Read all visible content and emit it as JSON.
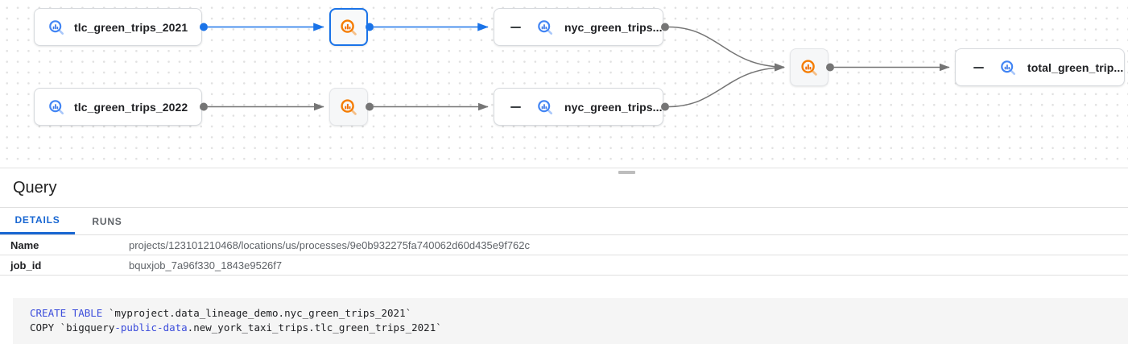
{
  "colors": {
    "accent_blue": "#1a73e8",
    "table_icon_blue": "#4285f4",
    "process_icon_orange": "#f57c00",
    "edge_gray": "#757575",
    "sql_keyword_blue": "#3c4ddb",
    "tab_active_blue": "#1967d2"
  },
  "graph": {
    "nodes": [
      {
        "id": "tlc_green_trips_2021",
        "label": "tlc_green_trips_2021",
        "type": "table"
      },
      {
        "id": "process_1",
        "label": "",
        "type": "process",
        "selected": true
      },
      {
        "id": "nyc_green_trips_2021",
        "label": "nyc_green_trips...",
        "type": "table-expanded"
      },
      {
        "id": "tlc_green_trips_2022",
        "label": "tlc_green_trips_2022",
        "type": "table"
      },
      {
        "id": "process_2",
        "label": "",
        "type": "process",
        "selected": false
      },
      {
        "id": "nyc_green_trips_2022",
        "label": "nyc_green_trips...",
        "type": "table-expanded"
      },
      {
        "id": "process_merge",
        "label": "",
        "type": "process",
        "selected": false
      },
      {
        "id": "total_green_trips",
        "label": "total_green_trip...",
        "type": "table-expanded"
      }
    ],
    "edges": [
      {
        "from": "tlc_green_trips_2021",
        "to": "process_1",
        "highlighted": true
      },
      {
        "from": "process_1",
        "to": "nyc_green_trips_2021",
        "highlighted": true
      },
      {
        "from": "tlc_green_trips_2022",
        "to": "process_2",
        "highlighted": false
      },
      {
        "from": "process_2",
        "to": "nyc_green_trips_2022",
        "highlighted": false
      },
      {
        "from": "nyc_green_trips_2021",
        "to": "process_merge",
        "highlighted": false
      },
      {
        "from": "nyc_green_trips_2022",
        "to": "process_merge",
        "highlighted": false
      },
      {
        "from": "process_merge",
        "to": "total_green_trips",
        "highlighted": false
      }
    ]
  },
  "panel": {
    "title": "Query",
    "tabs": [
      {
        "label": "DETAILS",
        "active": true
      },
      {
        "label": "RUNS",
        "active": false
      }
    ],
    "details": [
      {
        "key": "Name",
        "value": "projects/123101210468/locations/us/processes/9e0b932275fa740062d60d435e9f762c"
      },
      {
        "key": "job_id",
        "value": "bquxjob_7a96f330_1843e9526f7"
      }
    ],
    "sql": {
      "line1": {
        "keyword": "CREATE TABLE",
        "rest": " `myproject.data_lineage_demo.nyc_green_trips_2021`"
      },
      "line2": {
        "pre": "COPY `bigquery",
        "keyword": "-public-data",
        "rest": ".new_york_taxi_trips.tlc_green_trips_2021`"
      }
    }
  }
}
